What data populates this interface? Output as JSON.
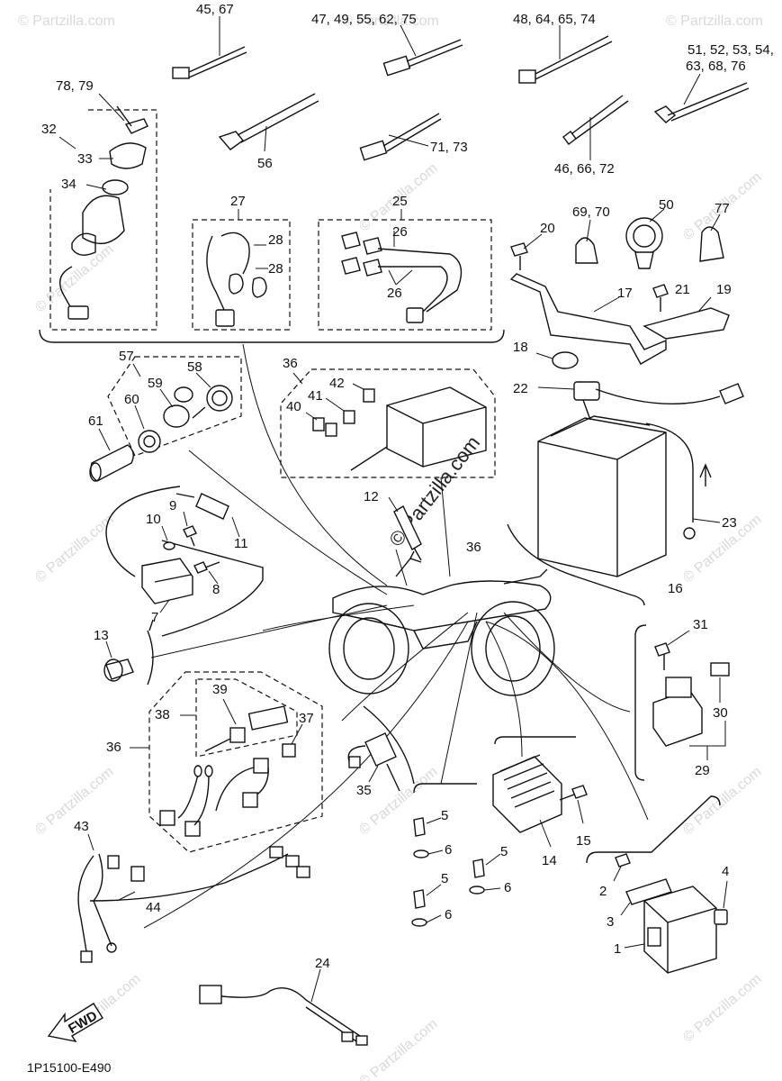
{
  "diagram_code": "1P15100-E490",
  "fwd_label": "FWD",
  "watermark": "© Partzilla.com",
  "center_watermark": "© Partzilla.com",
  "labels": {
    "p45_67": "45, 67",
    "p47": "47, 49, 55, 62, 75",
    "p48": "48, 64, 65, 74",
    "p51a": "51, 52, 53, 54,",
    "p51b": "63, 68, 76",
    "p78_79": "78, 79",
    "p56": "56",
    "p71_73": "71, 73",
    "p46": "46, 66, 72",
    "p32": "32",
    "p33": "33",
    "p34": "34",
    "p27": "27",
    "p28a": "28",
    "p28b": "28",
    "p25": "25",
    "p26a": "26",
    "p26b": "26",
    "p20": "20",
    "p69_70": "69, 70",
    "p50": "50",
    "p77": "77",
    "p17": "17",
    "p21": "21",
    "p19": "19",
    "p18": "18",
    "p57": "57",
    "p58": "58",
    "p59": "59",
    "p60": "60",
    "p61": "61",
    "p36a": "36",
    "p42": "42",
    "p41": "41",
    "p40": "40",
    "p22": "22",
    "p12": "12",
    "p9": "9",
    "p10": "10",
    "p11": "11",
    "p8": "8",
    "p7": "7",
    "p36b": "36",
    "p23": "23",
    "p16": "16",
    "p13": "13",
    "p31": "31",
    "p39": "39",
    "p38": "38",
    "p37": "37",
    "p36c": "36",
    "p30": "30",
    "p29": "29",
    "p35": "35",
    "p5a": "5",
    "p6a": "6",
    "p5b": "5",
    "p6b": "6",
    "p5c": "5",
    "p6c": "6",
    "p14": "14",
    "p15": "15",
    "p43": "43",
    "p44": "44",
    "p4": "4",
    "p2": "2",
    "p3": "3",
    "p1": "1",
    "p24": "24"
  }
}
